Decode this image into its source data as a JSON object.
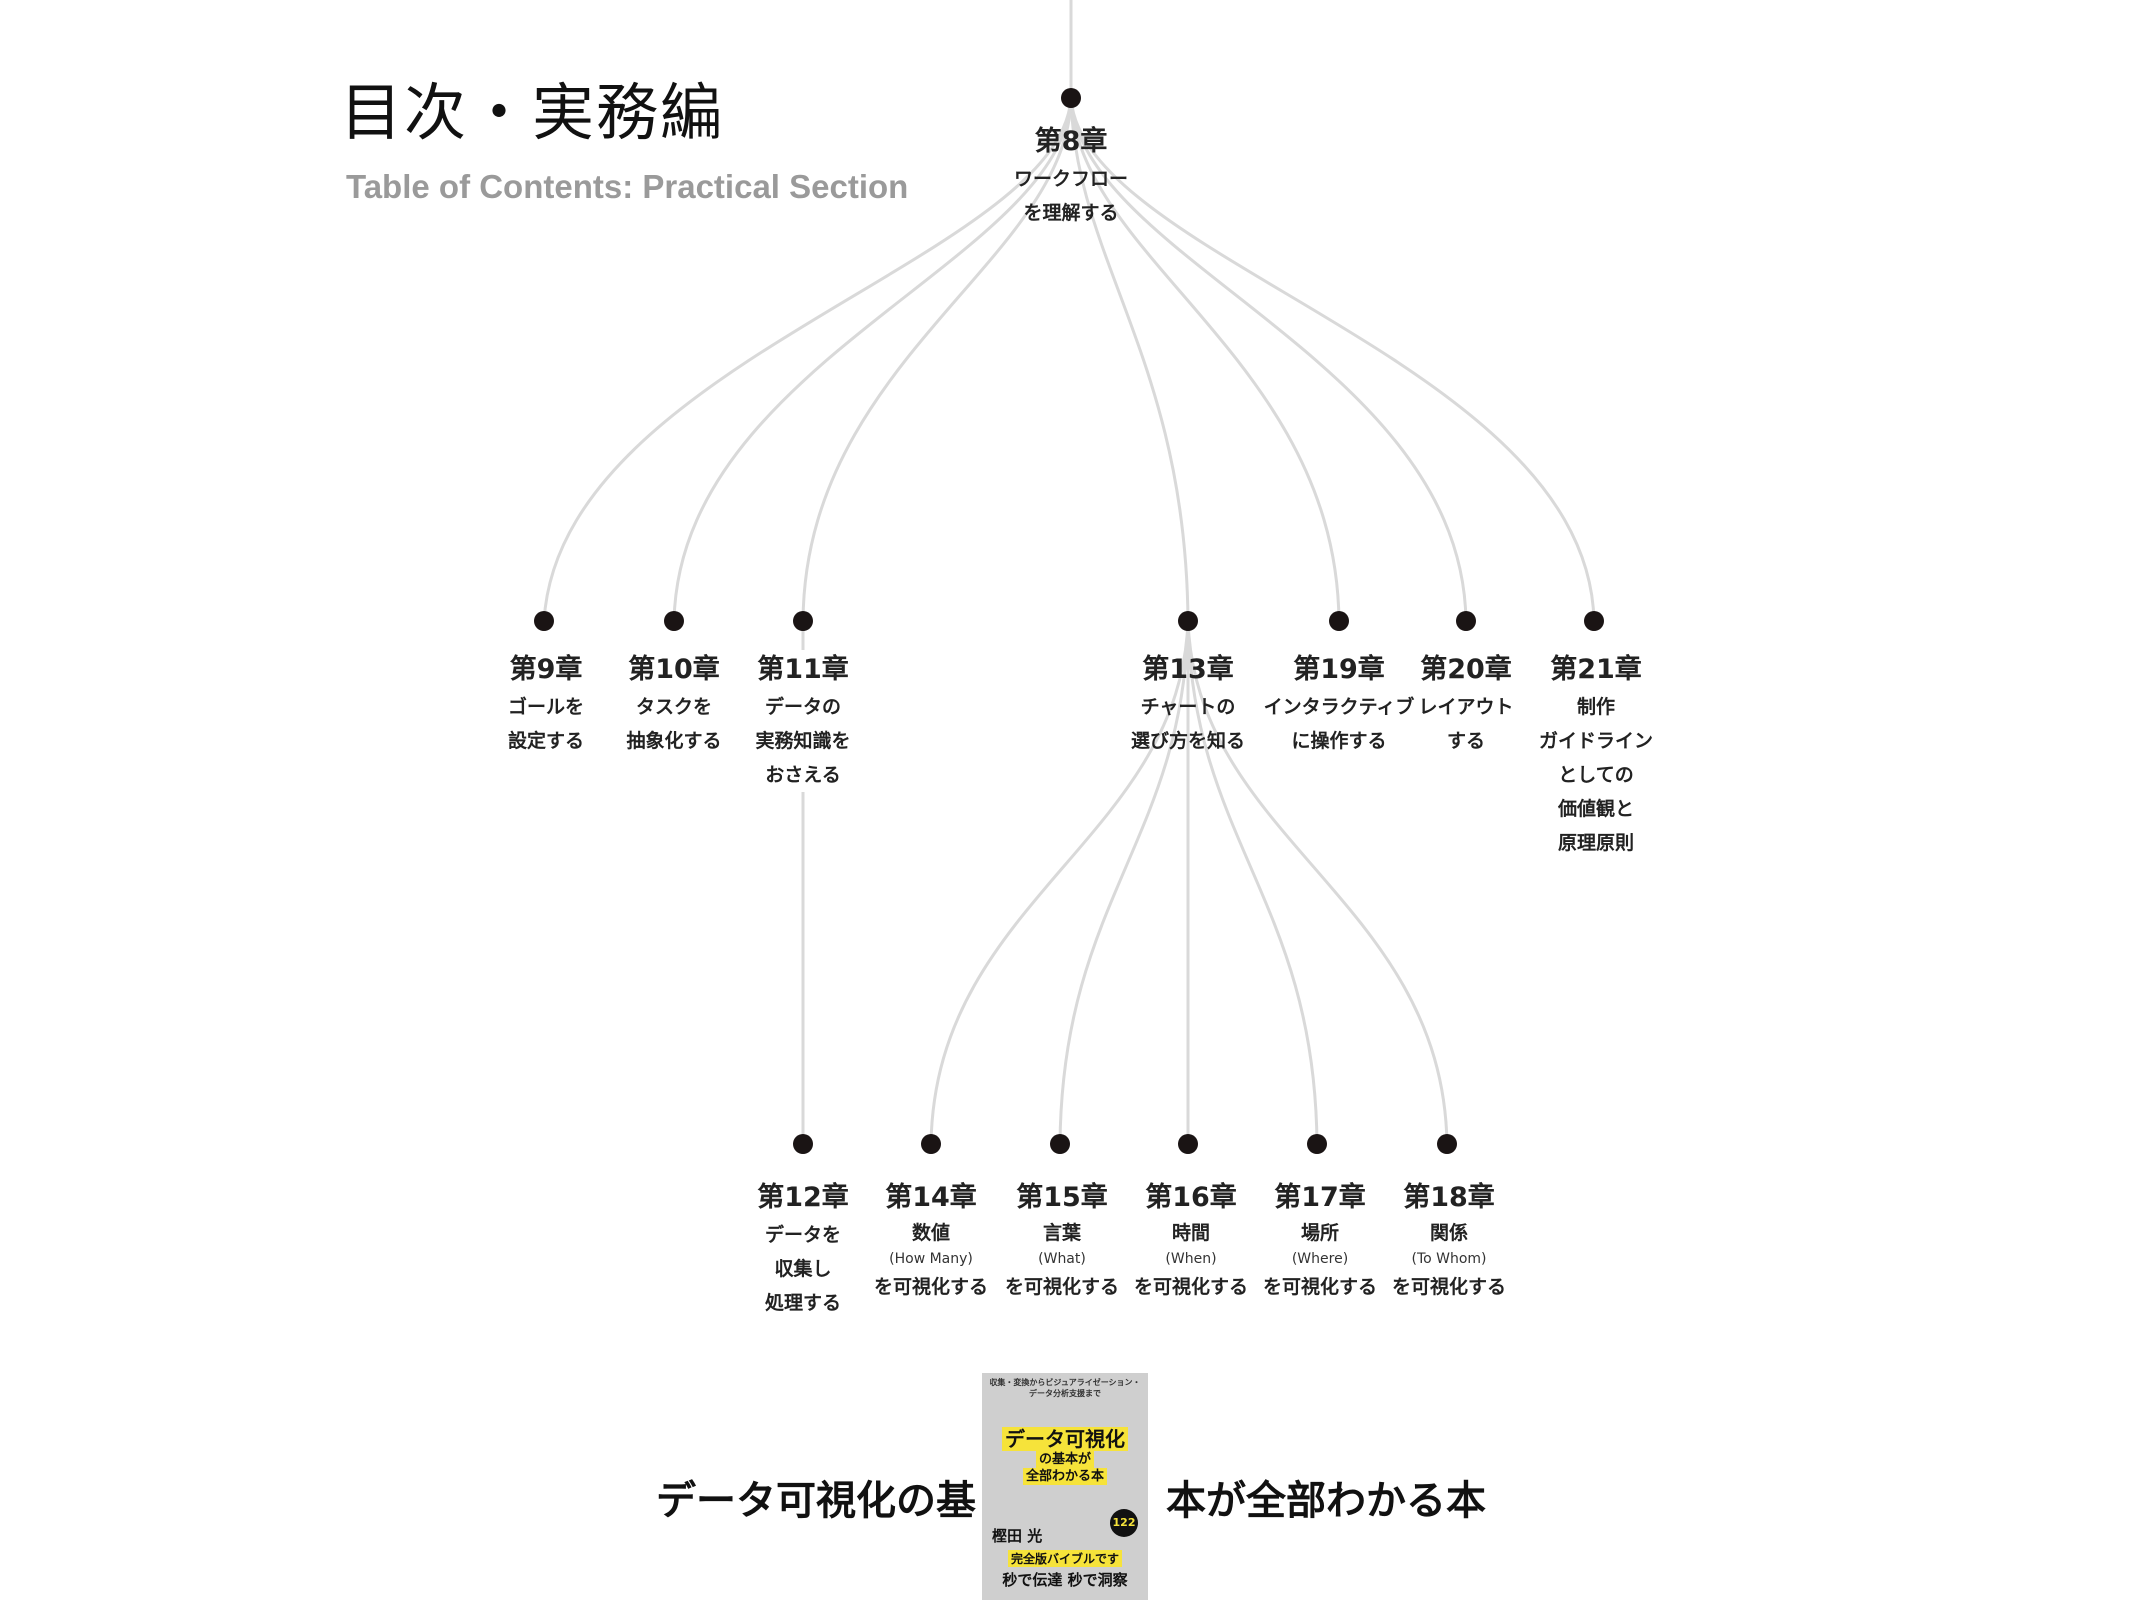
{
  "title": "目次・実務編",
  "subtitle": "Table of Contents: Practical Section",
  "root": {
    "chapter": "第8章",
    "lines": [
      "ワークフロー",
      "を理解する"
    ]
  },
  "level2": [
    {
      "chapter": "第9章",
      "lines": [
        "ゴールを",
        "設定する"
      ]
    },
    {
      "chapter": "第10章",
      "lines": [
        "タスクを",
        "抽象化する"
      ]
    },
    {
      "chapter": "第11章",
      "lines": [
        "データの",
        "実務知識を",
        "おさえる"
      ]
    },
    {
      "chapter": "第13章",
      "lines": [
        "チャートの",
        "選び方を知る"
      ]
    },
    {
      "chapter": "第19章",
      "lines": [
        "インタラクティブ",
        "に操作する"
      ]
    },
    {
      "chapter": "第20章",
      "lines": [
        "レイアウト",
        "する"
      ]
    },
    {
      "chapter": "第21章",
      "lines": [
        "制作",
        "ガイドライン",
        "としての",
        "価値観と",
        "原理原則"
      ]
    }
  ],
  "level3": [
    {
      "chapter": "第12章",
      "lines": [
        "データを",
        "収集し",
        "処理する"
      ]
    },
    {
      "chapter": "第14章",
      "topic": "数値",
      "en": "(How Many)",
      "suffix": "を可視化する"
    },
    {
      "chapter": "第15章",
      "topic": "言葉",
      "en": "(What)",
      "suffix": "を可視化する"
    },
    {
      "chapter": "第16章",
      "topic": "時間",
      "en": "(When)",
      "suffix": "を可視化する"
    },
    {
      "chapter": "第17章",
      "topic": "場所",
      "en": "(Where)",
      "suffix": "を可視化する"
    },
    {
      "chapter": "第18章",
      "topic": "関係",
      "en": "(To Whom)",
      "suffix": "を可視化する"
    }
  ],
  "footer": {
    "left": "データ可視化の基",
    "right": "本が全部わかる本"
  },
  "cover": {
    "tagline1": "収集・変換からビジュアライゼーション・",
    "tagline2": "データ分析支援まで",
    "title": "データ可視化",
    "title2": "の基本が",
    "title3": "全部わかる本",
    "author": "樫田 光",
    "band": "完全版バイブルです",
    "slogan": "秒で伝達 秒で洞察",
    "badge": "122"
  },
  "colors": {
    "line": "#d9d9d9",
    "dot": "#1a1414",
    "highlight": "#f6e33a",
    "subtitle": "#9a9a9a"
  }
}
